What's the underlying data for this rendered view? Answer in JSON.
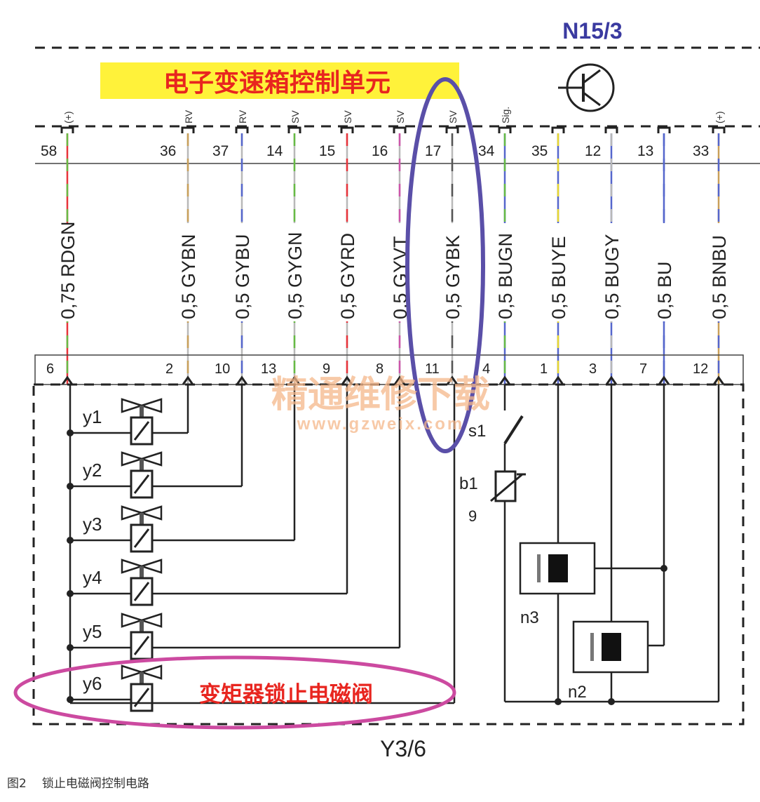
{
  "ecu": {
    "code": "N15/3",
    "label": "电子变速箱控制单元",
    "label_bg": "#fff23a",
    "label_color": "#e8251f",
    "pins": [
      {
        "pin": "58",
        "signal": "(+)",
        "wire": "0,75 RDGN",
        "c1": "#e8333a",
        "c2": "#66bb44",
        "conn": "6"
      },
      {
        "pin": "36",
        "signal": "RV",
        "wire": "0,5 GYBN",
        "c1": "#b8b8b8",
        "c2": "#c9a05a",
        "conn": "2"
      },
      {
        "pin": "37",
        "signal": "RV",
        "wire": "0,5 GYBU",
        "c1": "#b8b8b8",
        "c2": "#5566cc",
        "conn": "10"
      },
      {
        "pin": "14",
        "signal": "SV",
        "wire": "0,5 GYGN",
        "c1": "#b8b8b8",
        "c2": "#66bb44",
        "conn": "13"
      },
      {
        "pin": "15",
        "signal": "SV",
        "wire": "0,5 GYRD",
        "c1": "#b8b8b8",
        "c2": "#e8333a",
        "conn": "9"
      },
      {
        "pin": "16",
        "signal": "SV",
        "wire": "0,5 GYVT",
        "c1": "#b8b8b8",
        "c2": "#cc55aa",
        "conn": "8"
      },
      {
        "pin": "17",
        "signal": "SV",
        "wire": "0,5 GYBK",
        "c1": "#b8b8b8",
        "c2": "#555555",
        "conn": "11"
      },
      {
        "pin": "34",
        "signal": "Sig.",
        "wire": "0,5 BUGN",
        "c1": "#5566cc",
        "c2": "#66bb44",
        "conn": "4"
      },
      {
        "pin": "35",
        "signal": "",
        "wire": "0,5 BUYE",
        "c1": "#5566cc",
        "c2": "#e8d830",
        "conn": "1"
      },
      {
        "pin": "12",
        "signal": "",
        "wire": "0,5 BUGY",
        "c1": "#5566cc",
        "c2": "#b8b8b8",
        "conn": "3"
      },
      {
        "pin": "13",
        "signal": "",
        "wire": "0,5 BU",
        "c1": "#5566cc",
        "c2": "#5566cc",
        "conn": "7"
      },
      {
        "pin": "33",
        "signal": "(+)",
        "wire": "0,5 BNBU",
        "c1": "#c9a05a",
        "c2": "#5566cc",
        "conn": "12"
      }
    ]
  },
  "valve_block": {
    "code": "Y3/6",
    "valves": [
      "y1",
      "y2",
      "y3",
      "y4",
      "y5",
      "y6"
    ],
    "switch_label": "s1",
    "sensor_label": "b1",
    "sensor_pin": "9",
    "sensor_n3": "n3",
    "sensor_n2": "n2"
  },
  "annotations": {
    "lockup_valve": "变矩器锁止电磁阀",
    "lockup_color": "#e8251f",
    "ellipse_blue": "#5a4fa8",
    "ellipse_pink": "#cc4aa0"
  },
  "watermark": {
    "cn": "精通维修下载",
    "url": "www.gzweix.com",
    "color": "#f5b78a"
  },
  "caption": {
    "figure": "图2",
    "title": "锁止电磁阀控制电路"
  }
}
